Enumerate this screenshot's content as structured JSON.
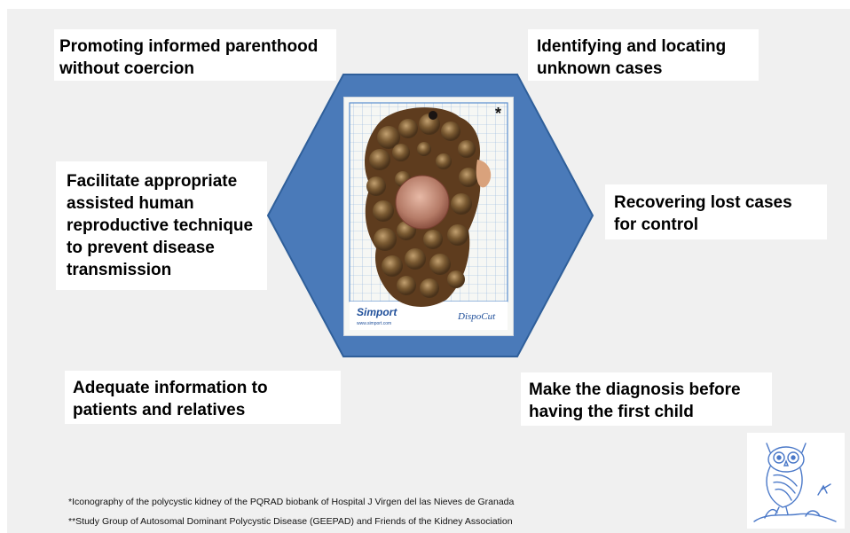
{
  "boxes": {
    "top_left": [
      "Promoting informed parenthood",
      "without coercion"
    ],
    "top_right": [
      "Identifying and locating",
      "unknown cases"
    ],
    "middle_left": [
      "Facilitate appropriate",
      "assisted human",
      "reproductive technique",
      "to prevent disease",
      "transmission"
    ],
    "middle_right": [
      "Recovering lost cases",
      "for control"
    ],
    "bottom_left": [
      "Adequate information to",
      "patients and relatives"
    ],
    "bottom_right": [
      "Make the diagnosis before",
      "having the first child"
    ]
  },
  "photo": {
    "asterisk": "*",
    "brand": "Simport",
    "brand_url": "www.simport.com",
    "logo_text": "DispoCut"
  },
  "footnotes": [
    "*Iconography of the polycystic kidney of the PQRAD biobank of Hospital J Virgen del las Nieves de Granada",
    "**Study Group of Autosomal Dominant Polycystic Disease (GEEPAD) and Friends of the Kidney Association"
  ],
  "colors": {
    "hexagon_fill": "#4a7ab9",
    "hexagon_stroke": "#2f5f9a",
    "slide_background": "#f0f0f0",
    "box_background": "#ffffff",
    "grid_blue": "#5b8fd0"
  },
  "icons": {
    "owl_logo": "owl-sketch-logo",
    "kidney_photo": "polycystic-kidney-photo"
  }
}
